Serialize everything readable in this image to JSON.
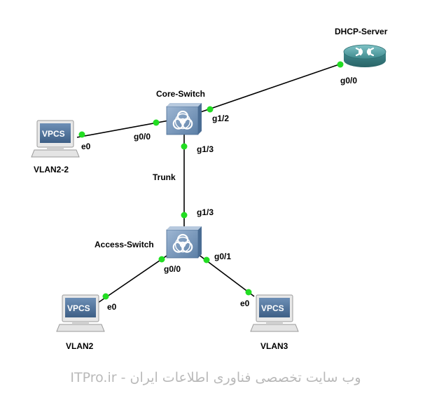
{
  "nodes": {
    "dhcp_server": {
      "label": "DHCP-Server",
      "icon": "router-icon"
    },
    "core_switch": {
      "label": "Core-Switch",
      "icon": "multilayer-switch-icon"
    },
    "access_switch": {
      "label": "Access-Switch",
      "icon": "multilayer-switch-icon"
    },
    "vlan2_2": {
      "label": "VLAN2-2",
      "icon": "vpcs-icon",
      "screen_text": "VPCS"
    },
    "vlan2": {
      "label": "VLAN2",
      "icon": "vpcs-icon",
      "screen_text": "VPCS"
    },
    "vlan3": {
      "label": "VLAN3",
      "icon": "vpcs-icon",
      "screen_text": "VPCS"
    }
  },
  "ports": {
    "dhcp_g00": "g0/0",
    "core_g12": "g1/2",
    "core_g00": "g0/0",
    "core_g13": "g1/3",
    "access_g13": "g1/3",
    "access_g00": "g0/0",
    "access_g01": "g0/1",
    "vlan2_2_e0": "e0",
    "vlan2_e0": "e0",
    "vlan3_e0": "e0"
  },
  "links": {
    "trunk_label": "Trunk"
  },
  "watermark": "ITPro.ir - وب سایت تخصصی فناوری اطلاعات ایران",
  "colors": {
    "link": "#000000",
    "port_dot": "#22dd22",
    "switch_body": "#6f8fb3",
    "router_body": "#3f8a8e",
    "watermark": "#b9b9b9"
  }
}
